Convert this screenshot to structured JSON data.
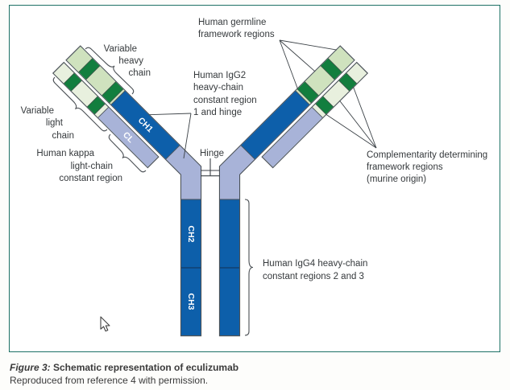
{
  "figure": {
    "caption_label": "Figure 3:",
    "caption_title": " Schematic representation of eculizumab",
    "caption_source": "Reproduced from reference 4 with permission."
  },
  "labels": {
    "variable_heavy": {
      "lines": [
        "Variable",
        "heavy",
        "chain"
      ]
    },
    "variable_light": {
      "lines": [
        "Variable",
        "light",
        "chain"
      ]
    },
    "kappa": {
      "lines": [
        "Human kappa",
        "light-chain",
        "constant region"
      ]
    },
    "germline": {
      "lines": [
        "Human germline",
        "framework regions"
      ]
    },
    "igg2": {
      "lines": [
        "Human IgG2",
        "heavy-chain",
        "constant region",
        "1 and hinge"
      ]
    },
    "hinge": {
      "lines": [
        "Hinge"
      ]
    },
    "cdr": {
      "lines": [
        "Complementarity determining",
        "framework regions",
        "(murine origin)"
      ]
    },
    "igg4": {
      "lines": [
        "Human IgG4 heavy-chain",
        "constant regions 2 and 3"
      ]
    }
  },
  "chain_labels": {
    "ch1": "CH1",
    "cl": "CL",
    "ch2": "CH2",
    "ch3": "CH3"
  },
  "colors": {
    "border": "#1d7165",
    "heavy_blue": "#0d5faa",
    "lavender": "#a8b3d8",
    "sage": "#cfe2be",
    "pale": "#e8f0de",
    "cdr_green": "#127e3e",
    "outline": "#4b5258",
    "line": "#3c4247",
    "text": "#35393c"
  }
}
